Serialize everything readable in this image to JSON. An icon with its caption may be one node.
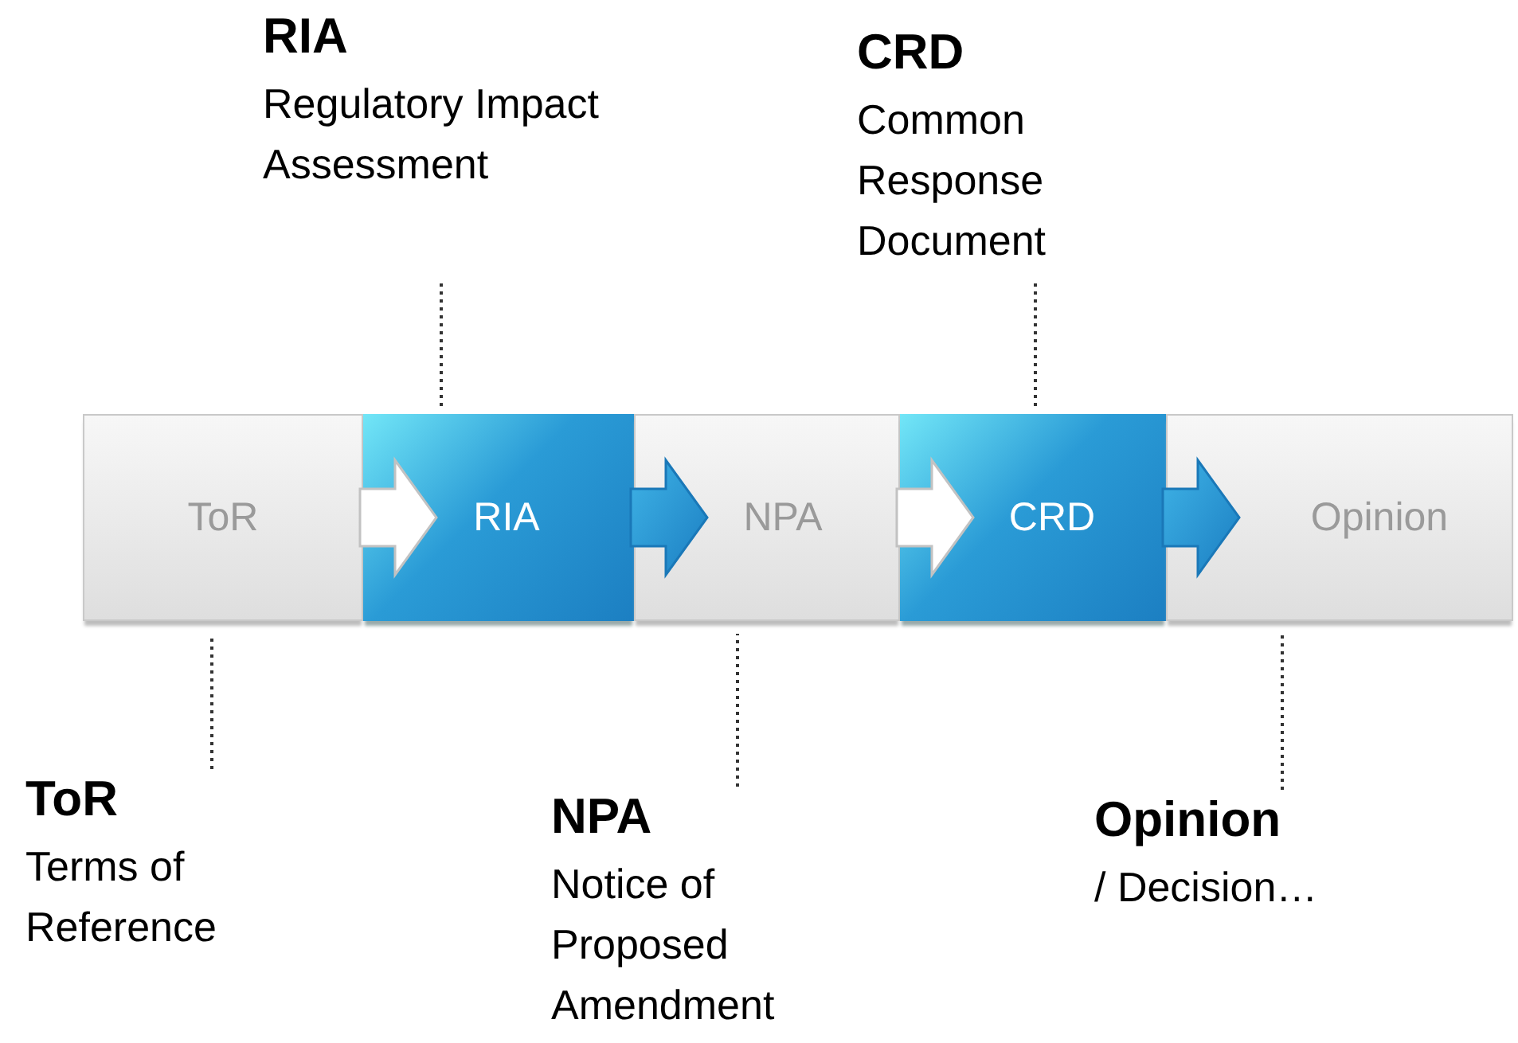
{
  "diagram": {
    "nodes": [
      {
        "text": [
          "ToR"
        ]
      },
      {
        "text": [
          "RIA"
        ]
      },
      {
        "text": [
          "NPA"
        ]
      },
      {
        "text": [
          "CRD"
        ]
      },
      {
        "text": [
          "Opinion"
        ]
      },
      {
        "text": [
          "RIA",
          "Regulatory Impact Assessment"
        ]
      },
      {
        "text": [
          "CRD",
          "Common Response Document"
        ]
      },
      {
        "text": [
          "ToR",
          "Terms of Reference"
        ]
      },
      {
        "text": [
          "NPA",
          "Notice of Proposed Amendment"
        ]
      },
      {
        "text": [
          "Opinion",
          "/ Decision…"
        ]
      }
    ],
    "edges": [
      {
        "from": 0,
        "to": 1,
        "arrow": "to",
        "color": "#ffffff"
      },
      {
        "from": 1,
        "to": 2,
        "arrow": "to"
      },
      {
        "from": 2,
        "to": 3,
        "arrow": "to",
        "color": "#ffffff"
      },
      {
        "from": 3,
        "to": 4,
        "arrow": "to"
      },
      {
        "from": 5,
        "to": 1,
        "arrow": "none",
        "style": "dashed",
        "color": "#333333"
      },
      {
        "from": 6,
        "to": 3,
        "arrow": "none",
        "style": "dashed",
        "color": "#333333"
      },
      {
        "from": 7,
        "to": 0,
        "arrow": "none",
        "style": "dashed",
        "color": "#333333"
      },
      {
        "from": 8,
        "to": 2,
        "arrow": "none",
        "style": "dashed",
        "color": "#333333"
      },
      {
        "from": 9,
        "to": 4,
        "arrow": "none",
        "style": "dashed",
        "color": "#333333"
      }
    ]
  }
}
